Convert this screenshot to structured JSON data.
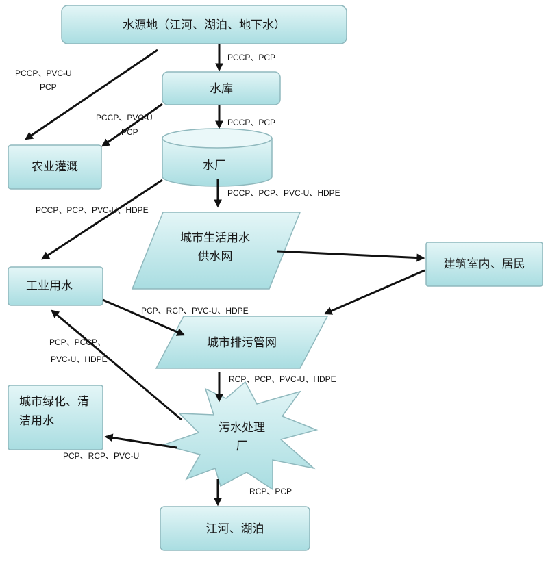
{
  "nodes": {
    "source": "水源地（江河、湖泊、地下水）",
    "reservoir": "水库",
    "waterworks": "水厂",
    "agriculture": "农业灌溉",
    "industry": "工业用水",
    "supply_network": [
      "城市生活用水",
      "供水网"
    ],
    "building": "建筑室内、居民",
    "sewer_network": "城市排污管网",
    "treatment_plant": [
      "污水处理",
      "厂"
    ],
    "greening": [
      "城市绿化、清",
      "洁用水"
    ],
    "rivers": "江河、湖泊"
  },
  "edges": {
    "source_reservoir": "PCCP、PCP",
    "source_agriculture": [
      "PCCP、PVC-U",
      "PCP"
    ],
    "reservoir_waterworks": "PCCP、PCP",
    "reservoir_agriculture": [
      "PCCP、PVC-U",
      "PCP"
    ],
    "waterworks_supply": "PCCP、PCP、PVC-U、HDPE",
    "waterworks_industry": "PCCP、PCP、PVC-U、HDPE",
    "industry_sewer": "PCP、RCP、PVC-U、HDPE",
    "treatment_industry": [
      "PCP、PCCP、",
      "PVC-U、HDPE"
    ],
    "sewer_treatment": "RCP、PCP、PVC-U、HDPE",
    "treatment_greening": "PCP、RCP、PVC-U",
    "treatment_rivers": "RCP、PCP"
  },
  "colors": {
    "box_fill_top": "#e4f6f7",
    "box_fill_bottom": "#a9dde1",
    "box_stroke": "#8fb8bd",
    "arrow": "#111111"
  }
}
